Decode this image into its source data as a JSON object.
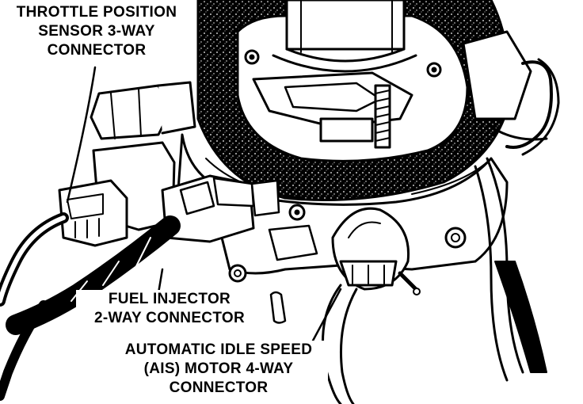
{
  "callouts": {
    "throttle_sensor": {
      "lines": [
        "THROTTLE POSITION",
        "SENSOR 3-WAY",
        "CONNECTOR"
      ]
    },
    "fuel_injector": {
      "lines": [
        "FUEL INJECTOR",
        "2-WAY CONNECTOR"
      ]
    },
    "ais_motor": {
      "lines": [
        "AUTOMATIC IDLE SPEED",
        "(AIS) MOTOR 4-WAY",
        "CONNECTOR"
      ]
    }
  },
  "colors": {
    "ink": "#000000",
    "paper": "#ffffff"
  }
}
